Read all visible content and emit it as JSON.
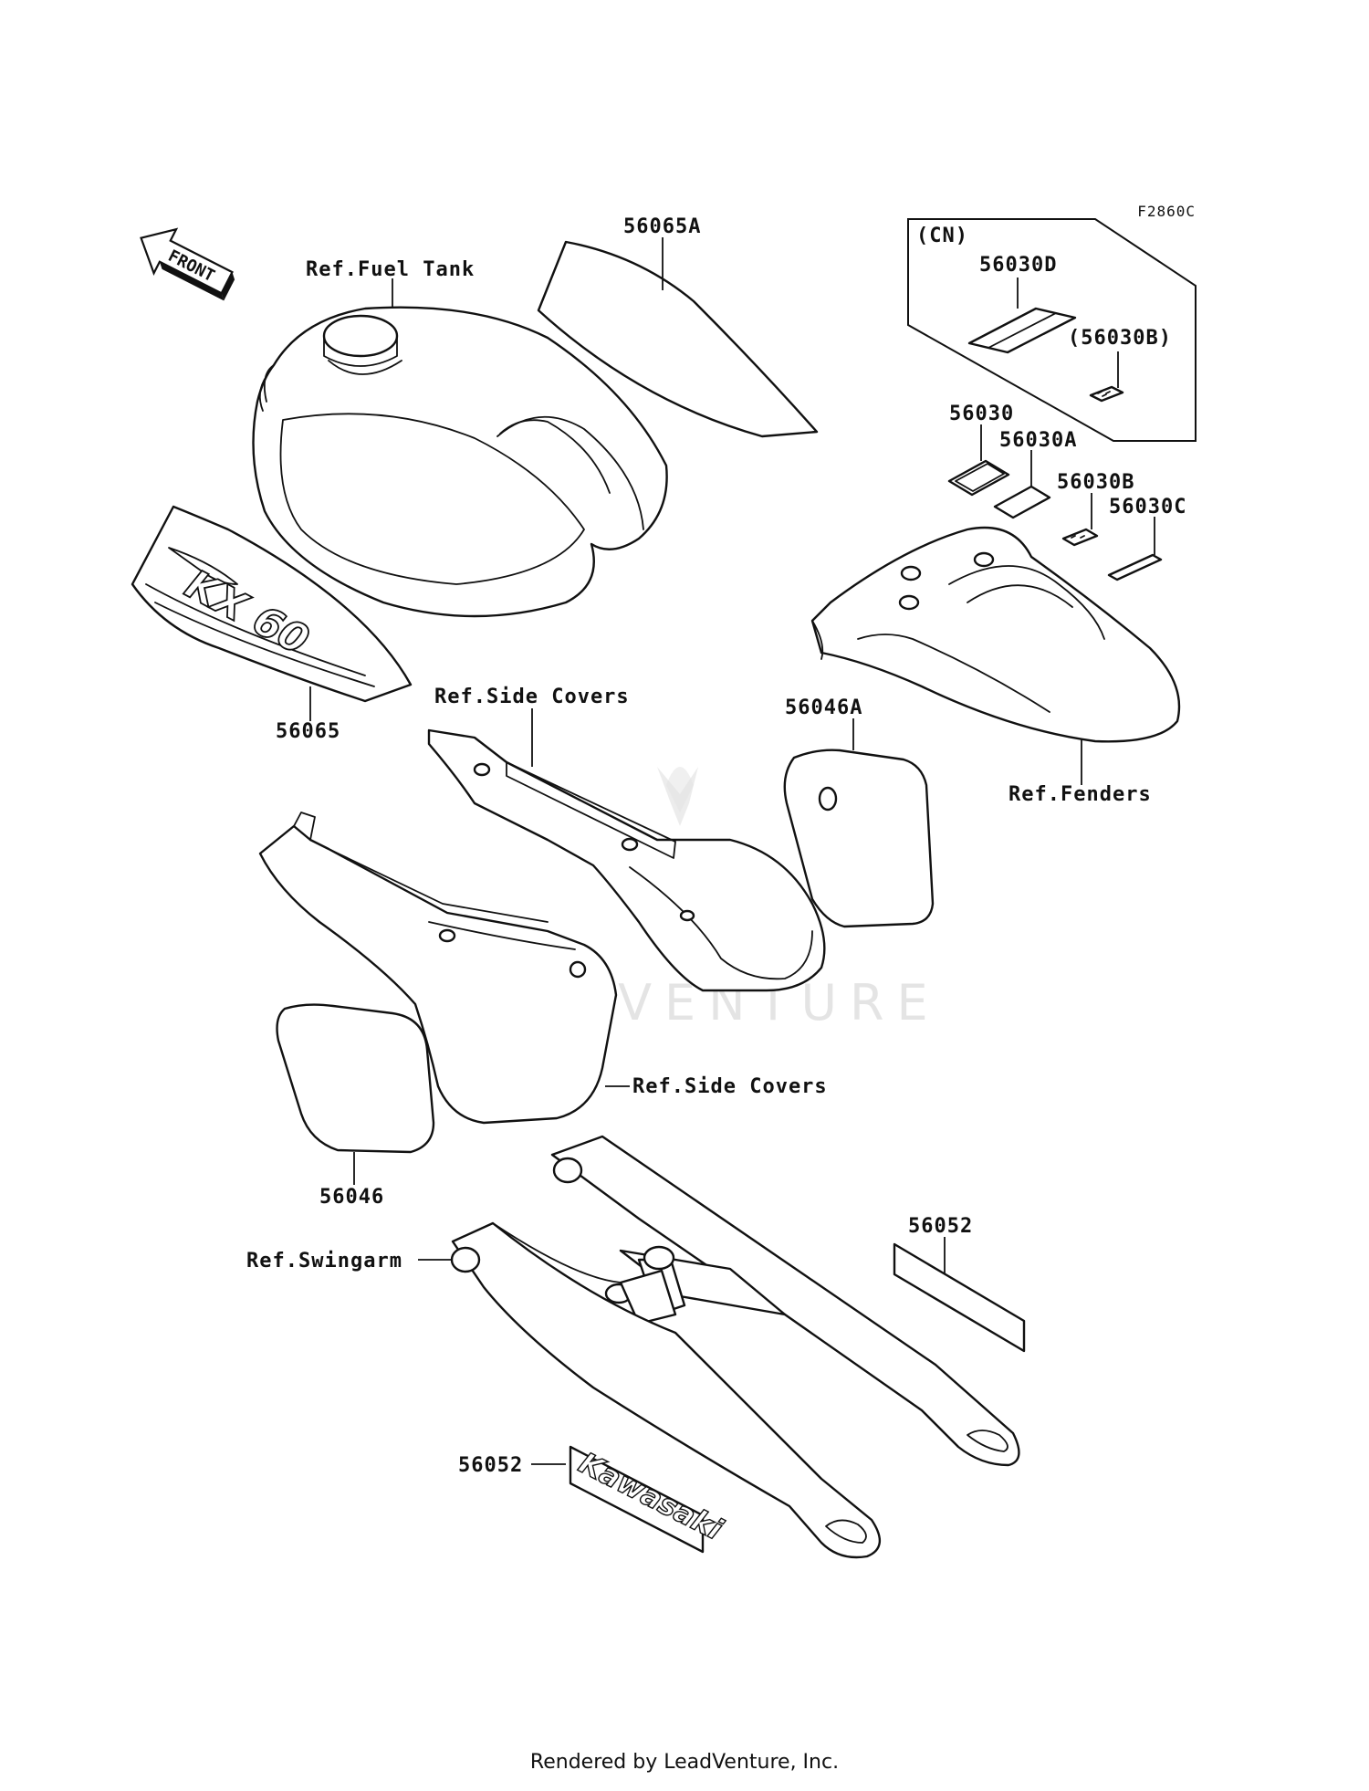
{
  "diagram": {
    "code": "F2860C",
    "front_label": "FRONT",
    "watermark": "LEADVENTURE",
    "cn_box": {
      "title": "(CN)",
      "parts": [
        "56030D",
        "(56030B)"
      ]
    },
    "callouts": {
      "fuel_tank": "Ref.Fuel Tank",
      "p56065A": "56065A",
      "p56065": "56065",
      "p56030": "56030",
      "p56030A": "56030A",
      "p56030B": "56030B",
      "p56030C": "56030C",
      "side_covers_upper": "Ref.Side Covers",
      "p56046A": "56046A",
      "fenders": "Ref.Fenders",
      "side_covers_lower": "Ref.Side Covers",
      "p56046": "56046",
      "p56052_right": "56052",
      "swingarm": "Ref.Swingarm",
      "p56052_left": "56052"
    },
    "decal_brand": "Kawasaki",
    "tank_decal_text": "KX 60"
  },
  "footer": {
    "text": "Rendered by LeadVenture, Inc."
  }
}
